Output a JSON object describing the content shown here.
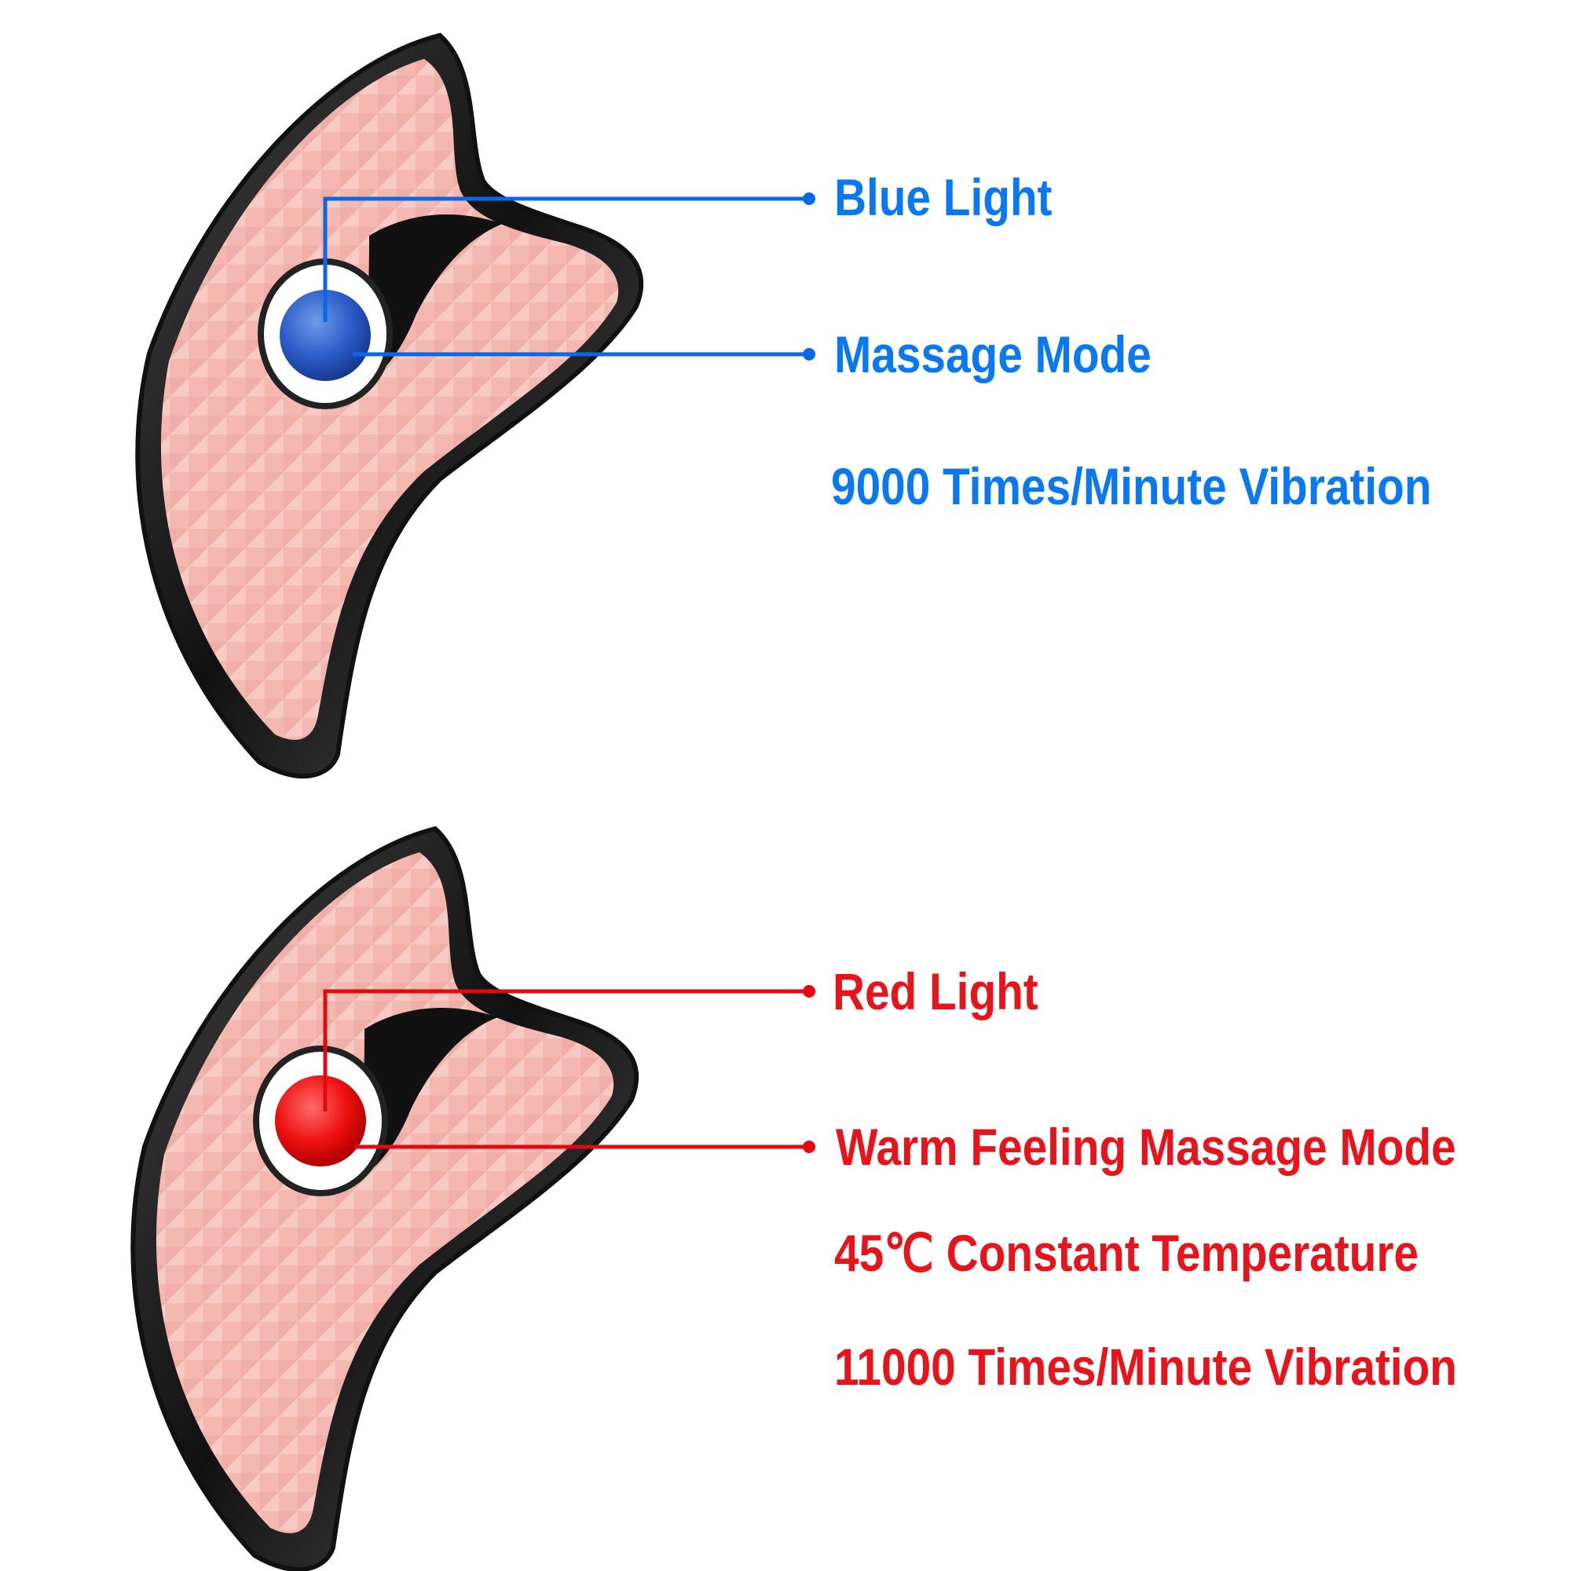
{
  "colors": {
    "blue": "#0a78f0",
    "red": "#e8141c",
    "pink": "#f4b8b1",
    "chrome": "#1c1c1c"
  },
  "blue_section": {
    "labels": [
      "Blue Light",
      "Massage Mode",
      "9000 Times/Minute Vibration"
    ]
  },
  "red_section": {
    "labels": [
      "Red Light",
      "Warm Feeling Massage Mode",
      "45℃ Constant Temperature",
      "11000 Times/Minute Vibration"
    ]
  }
}
